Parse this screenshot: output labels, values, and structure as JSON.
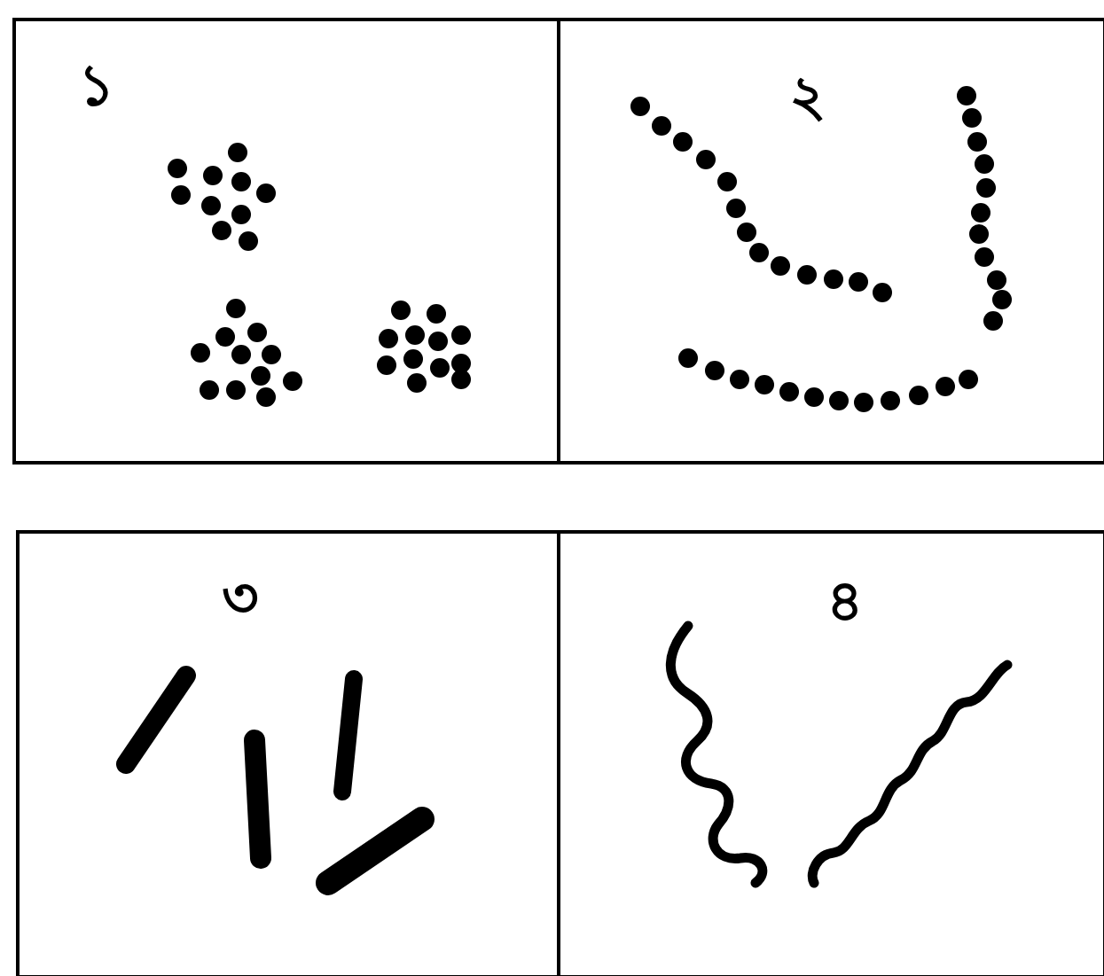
{
  "diagram": {
    "nodes": [
      {
        "text": [
          "১"
        ]
      },
      {
        "text": [
          "২"
        ]
      },
      {
        "text": [
          "৩"
        ]
      },
      {
        "text": [
          "৪"
        ]
      }
    ]
  }
}
